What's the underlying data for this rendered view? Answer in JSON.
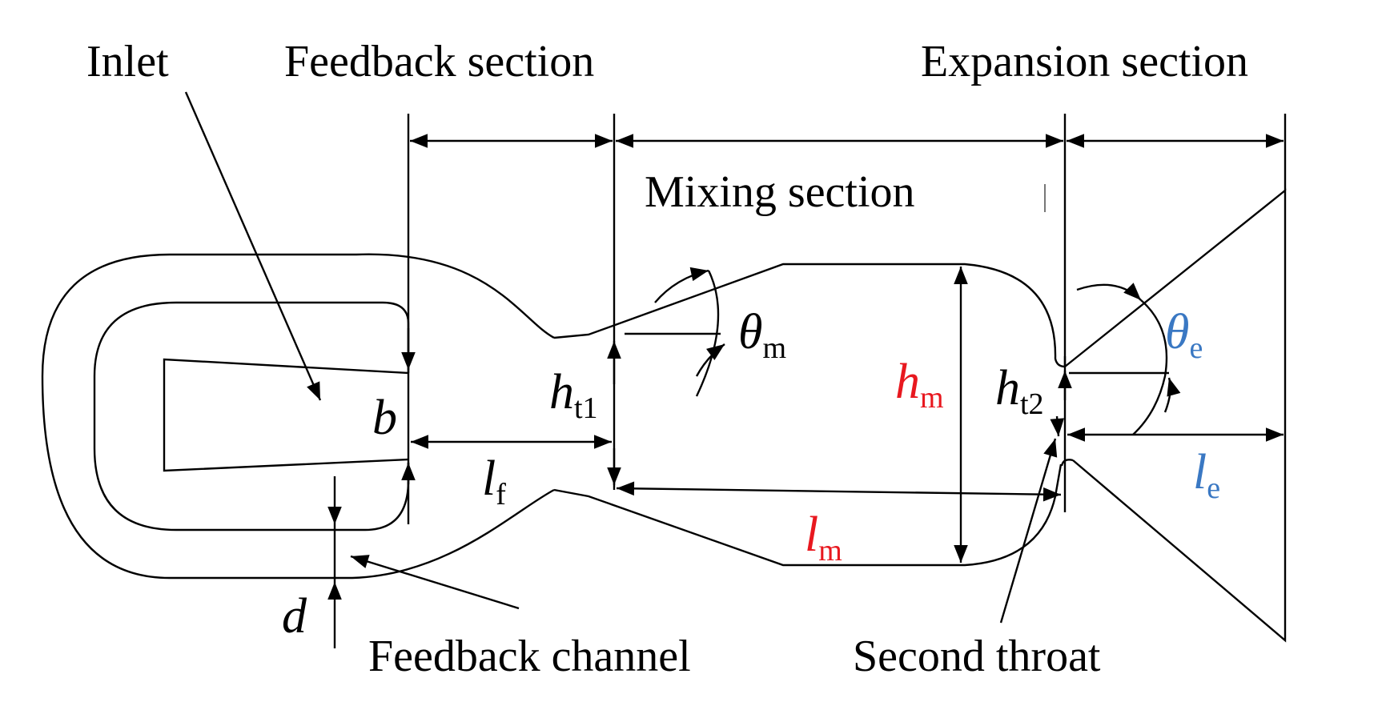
{
  "labels": {
    "inlet": "Inlet",
    "feedback_section": "Feedback section",
    "expansion_section": "Expansion section",
    "mixing_section": "Mixing section",
    "feedback_channel": "Feedback channel",
    "second_throat": "Second throat"
  },
  "symbols": {
    "theta_m": {
      "base": "θ",
      "sub": "m",
      "color": "#000000"
    },
    "theta_e": {
      "base": "θ",
      "sub": "e",
      "color": "#3a78c3"
    },
    "h_m": {
      "base": "h",
      "sub": "m",
      "color": "#e8181f"
    },
    "h_t1": {
      "base": "h",
      "sub": "t1",
      "color": "#000000"
    },
    "h_t2": {
      "base": "h",
      "sub": "t2",
      "color": "#000000"
    },
    "b": {
      "base": "b",
      "sub": "",
      "color": "#000000"
    },
    "l_f": {
      "base": "l",
      "sub": "f",
      "color": "#000000"
    },
    "l_m": {
      "base": "l",
      "sub": "m",
      "color": "#e8181f"
    },
    "l_e": {
      "base": "l",
      "sub": "e",
      "color": "#3a78c3"
    },
    "d": {
      "base": "d",
      "sub": "",
      "color": "#000000"
    }
  }
}
